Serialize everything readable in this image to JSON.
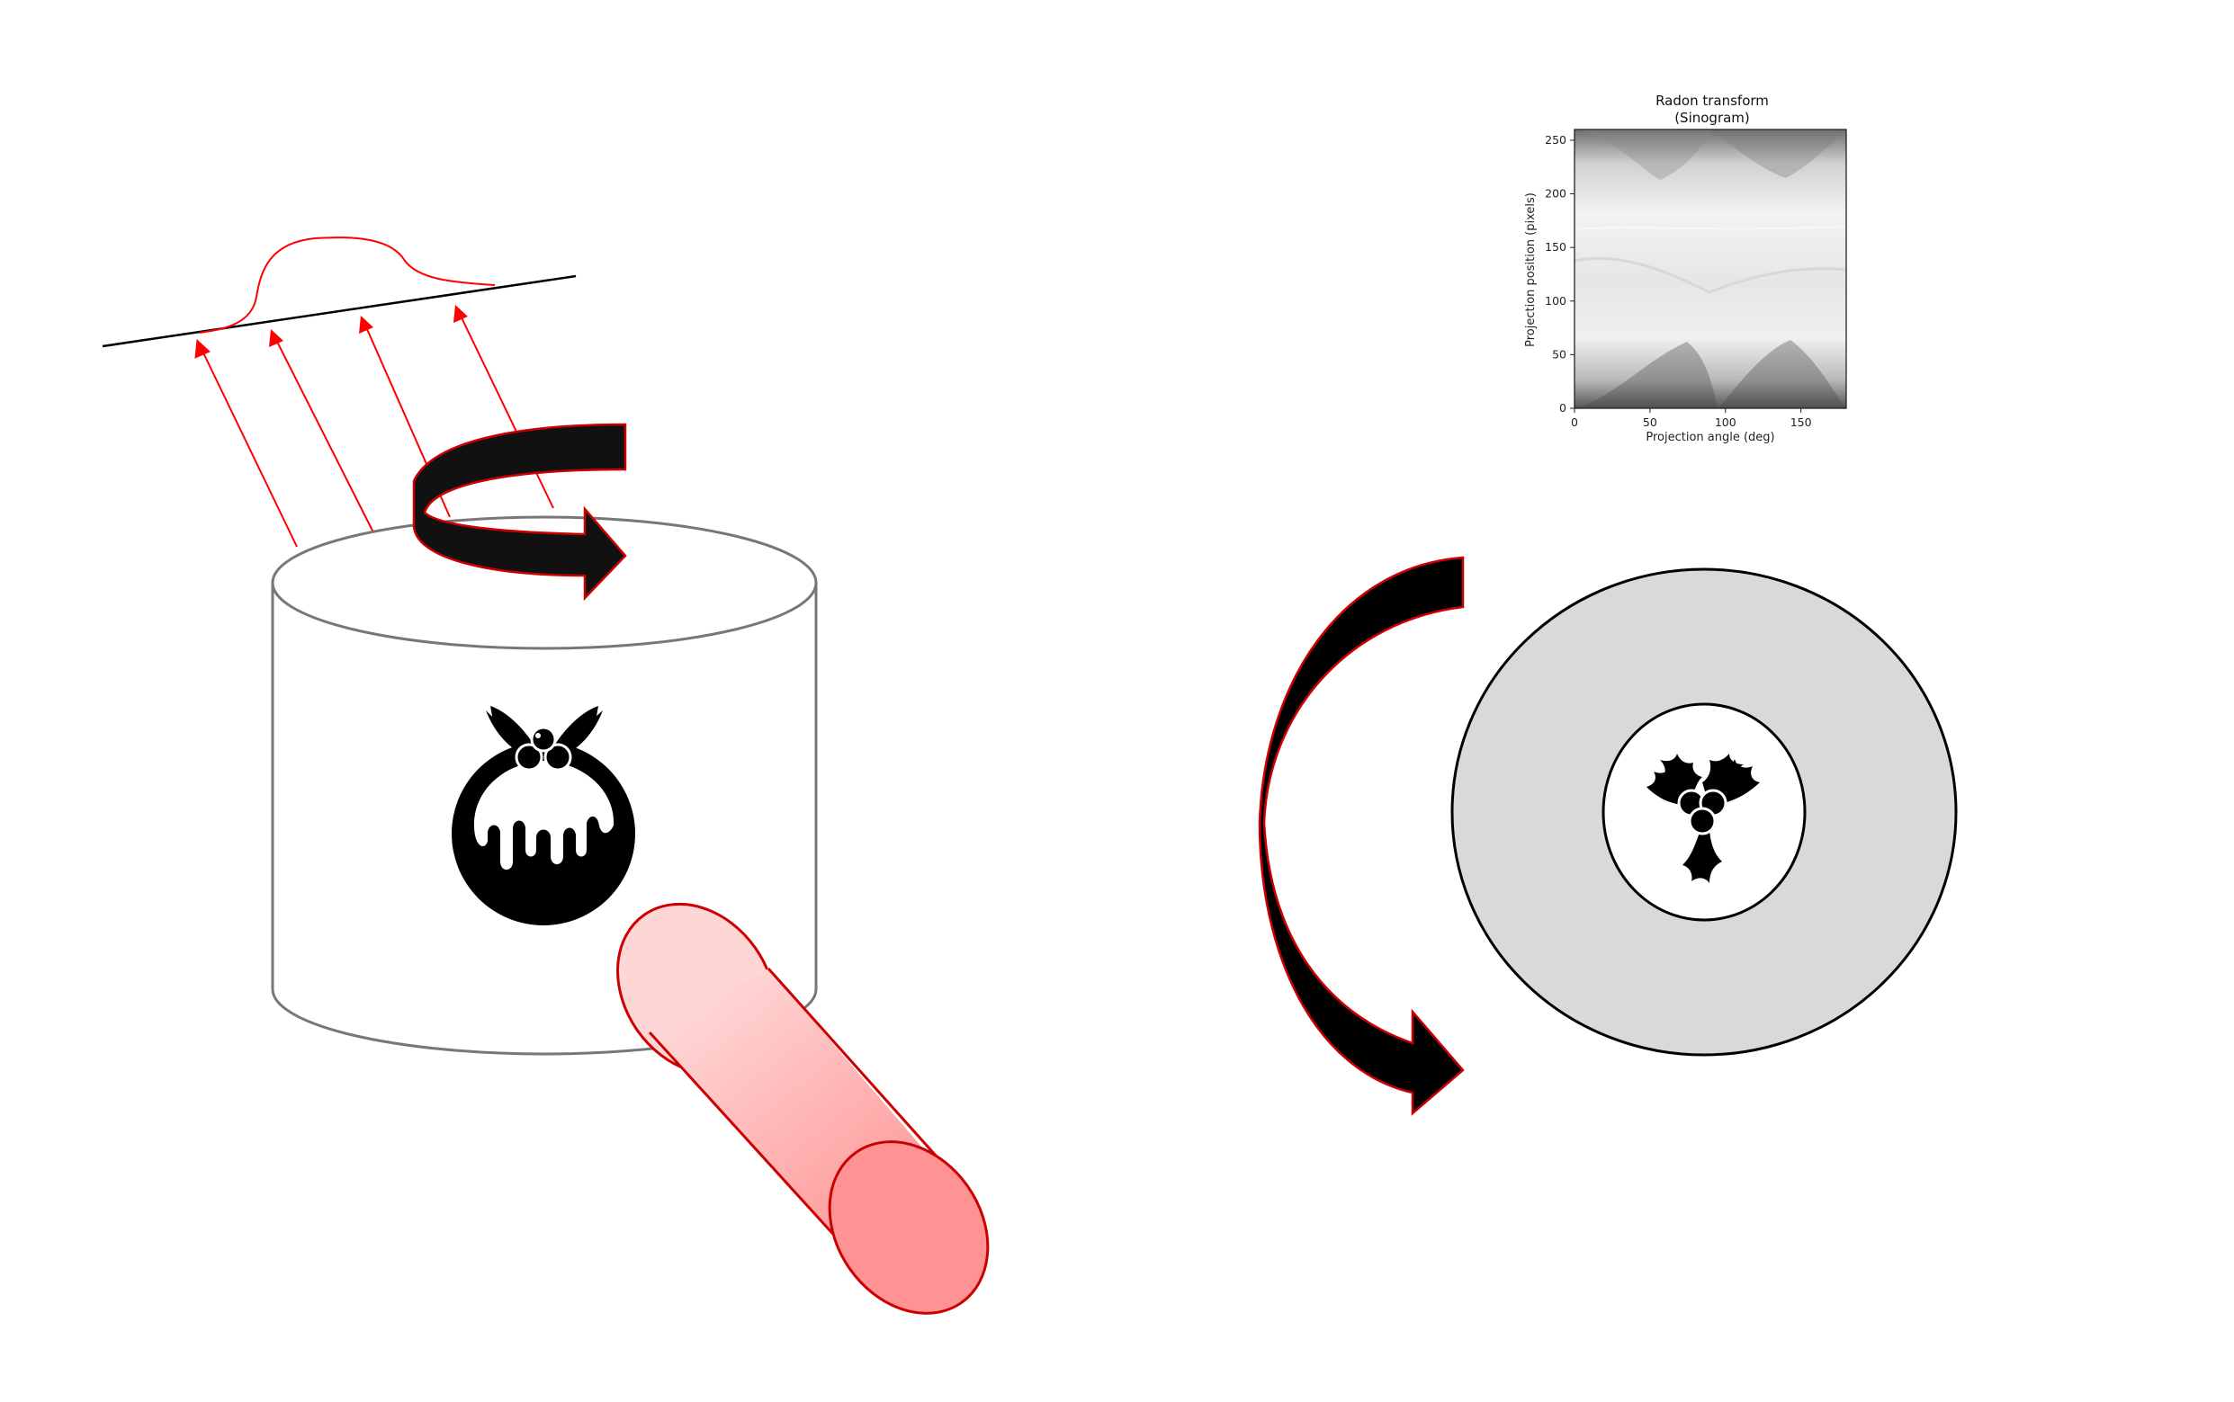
{
  "sinogram": {
    "title_line1": "Radon transform",
    "title_line2": "(Sinogram)",
    "xlabel": "Projection angle (deg)",
    "ylabel": "Projection position (pixels)",
    "xticks": [
      "0",
      "50",
      "100",
      "150"
    ],
    "yticks": [
      "0",
      "50",
      "100",
      "150",
      "200",
      "250"
    ],
    "xlim": [
      0,
      180
    ],
    "ylim": [
      0,
      260
    ],
    "colormap": "grayscale"
  },
  "colors": {
    "ray": "#ff0000",
    "cylinder_outline": "#777777",
    "arrow_fill": "#111111",
    "arrow_outline": "#cc0000",
    "beam_light": "#ffd7d7",
    "beam_dark": "#ff8c8c",
    "disc_fill": "#d9d9d9"
  },
  "icons": {
    "object_icon": "christmas-pudding-icon",
    "cross_section_icon": "holly-icon"
  }
}
